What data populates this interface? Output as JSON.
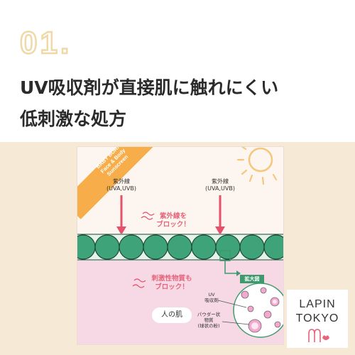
{
  "header": {
    "number": "01.",
    "line1": "UV吸収剤が直接肌に触れにくい",
    "line2": "低刺激な処方"
  },
  "diagram": {
    "ribbon_lines": [
      "BABY BORN",
      "Face & Body",
      "Sunscreen"
    ],
    "uv_left": {
      "line1": "紫外線",
      "line2": "(UVA,UVB)"
    },
    "uv_right": {
      "line1": "紫外線",
      "line2": "(UVA,UVB)"
    },
    "block_uv": {
      "line1": "紫外線を",
      "line2": "ブロック！"
    },
    "block_irritant": {
      "line1": "刺激性物質も",
      "line2": "ブロック！"
    },
    "skin_label": "人の肌",
    "zoom_label": "拡大図",
    "uv_absorber": {
      "line1": "UV",
      "line2": "吸収剤"
    },
    "powder": {
      "line1": "パウダー状",
      "line2": "物質",
      "line3": "(球状の粉)"
    },
    "colors": {
      "sphere": "#3fa37a",
      "arrow": "#e5506a",
      "ribbon": "#f6ad4a",
      "skin": "#f7d9e6"
    }
  },
  "logo": {
    "line1": "LAPIN",
    "line2": "TOKYO"
  }
}
